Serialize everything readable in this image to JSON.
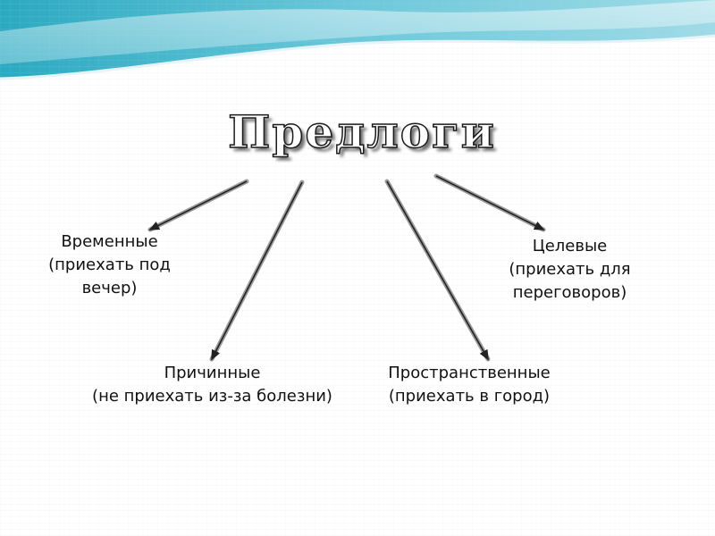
{
  "title": "Предлоги",
  "nodes": {
    "time": {
      "name": "Временные",
      "example": [
        "(приехать под",
        "вечер)"
      ]
    },
    "goal": {
      "name": "Целевые",
      "example": [
        "(приехать для",
        "переговоров)"
      ]
    },
    "cause": {
      "name": "Причинные",
      "example": [
        "(не приехать из-за болезни)"
      ]
    },
    "place": {
      "name": "Пространственные",
      "example": [
        "(приехать в город)"
      ]
    }
  },
  "colors": {
    "wave_dark": "#3fb3c9",
    "wave_light": "#bfe6ef",
    "arrow": "#222222",
    "text": "#111111"
  }
}
